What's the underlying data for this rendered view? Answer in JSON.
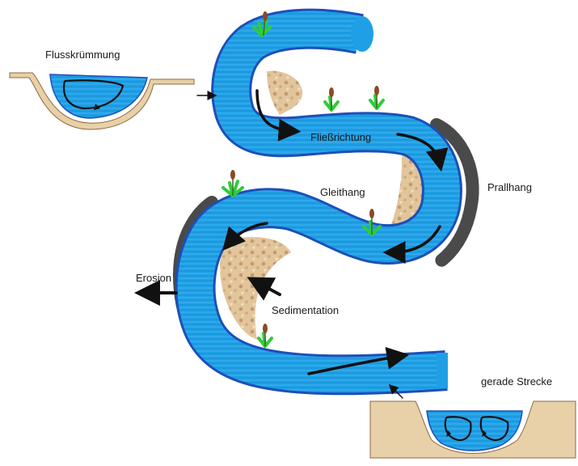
{
  "labels": {
    "flusskruemmung": "Flusskrümmung",
    "fliessrichtung": "Fließrichtung",
    "gleithang": "Gleithang",
    "prallhang": "Prallhang",
    "erosion": "Erosion",
    "sedimentation": "Sedimentation",
    "gerade_strecke": "gerade Strecke"
  },
  "colors": {
    "water": "#1fa0e6",
    "water_dark": "#2a5fd0",
    "sand": "#d9b98a",
    "sand_dark": "#a7764d",
    "rock": "#4a4a4a",
    "ground": "#e8d0a8",
    "ground_edge": "#b98a60",
    "plant": "#2ecc3a",
    "cattail": "#8a4a24"
  }
}
